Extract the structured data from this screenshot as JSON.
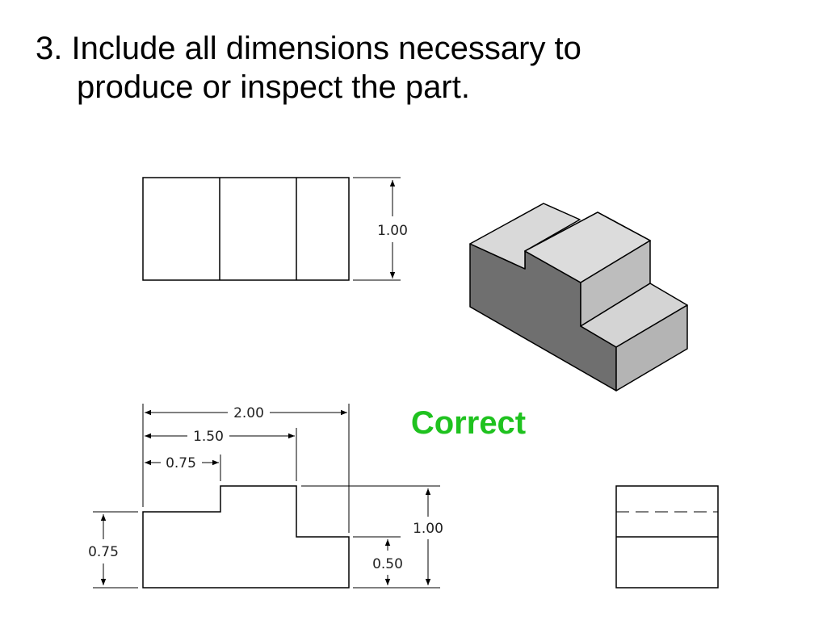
{
  "slide": {
    "title_lines": [
      "3. Include all dimensions necessary to",
      "produce or inspect the part."
    ]
  },
  "status": {
    "label": "Correct",
    "color": "#1fc21f"
  },
  "top_view": {
    "height_dim": "1.00"
  },
  "front_view": {
    "overall_width_dim": "2.00",
    "step_width_dim": "1.50",
    "left_width_dim": "0.75",
    "left_height_dim": "0.75",
    "overall_height_dim": "1.00",
    "right_height_dim": "0.50"
  },
  "colors": {
    "line": "#000000",
    "iso_top": "#d9d9d9",
    "iso_front": "#6f6f6f",
    "iso_side": "#bdbdbd"
  }
}
